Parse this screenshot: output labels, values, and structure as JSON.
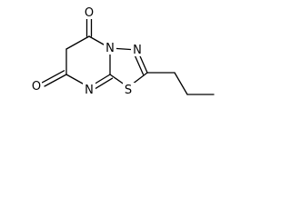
{
  "molecule": {
    "atoms": {
      "o_top": "O",
      "o_bottom": "O",
      "n_ring_junction": "N",
      "n_thiadiazole": "N",
      "n_pyrimidine": "N",
      "s_thiadiazole": "S"
    },
    "colors": {
      "bond": "#000000",
      "label": "#000000",
      "background": "#ffffff"
    }
  }
}
